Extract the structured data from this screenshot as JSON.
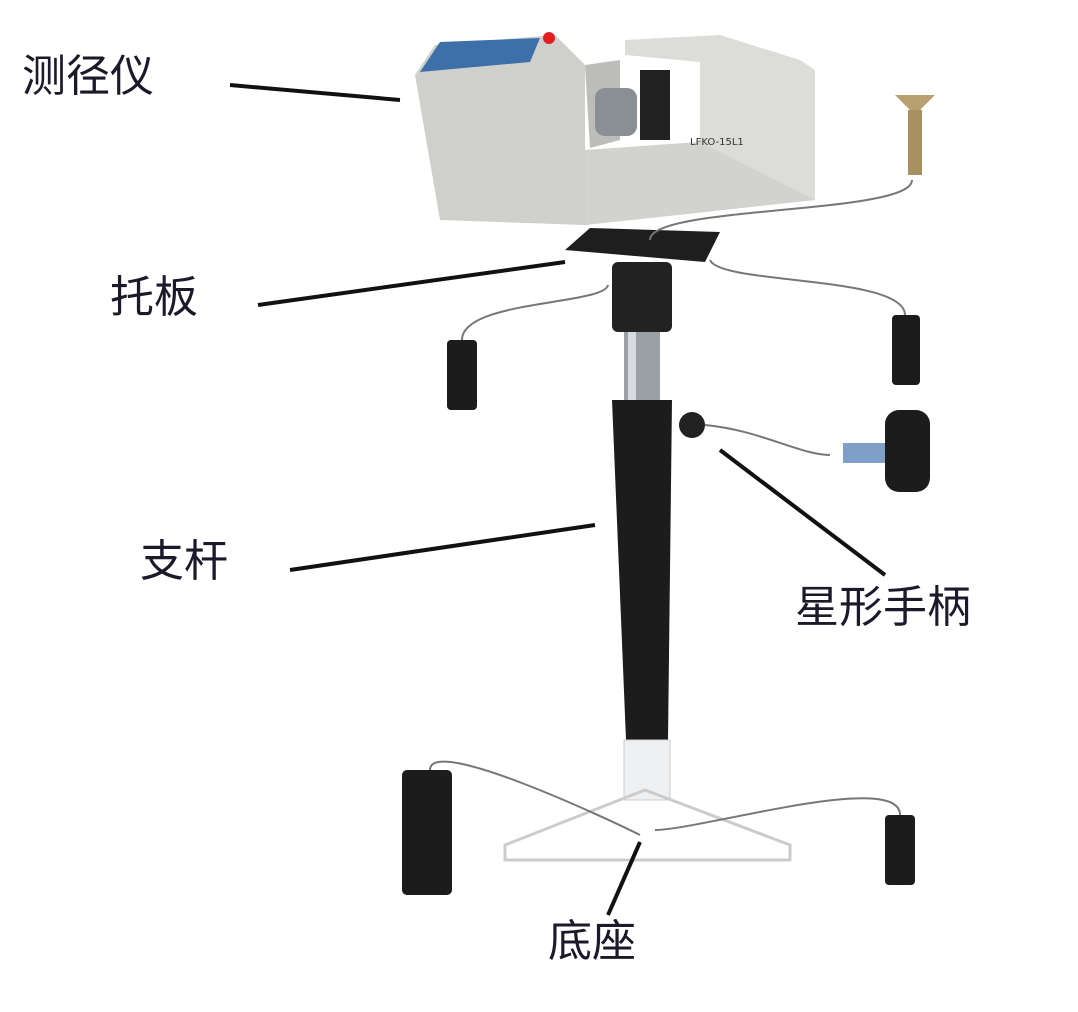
{
  "labels": {
    "gauge": "测径仪",
    "plate": "托板",
    "rod": "支杆",
    "knob": "星形手柄",
    "base": "底座"
  },
  "colors": {
    "device_body": "#d9d9d6",
    "rod": "#1c1c1c",
    "leader_line": "#111111"
  }
}
